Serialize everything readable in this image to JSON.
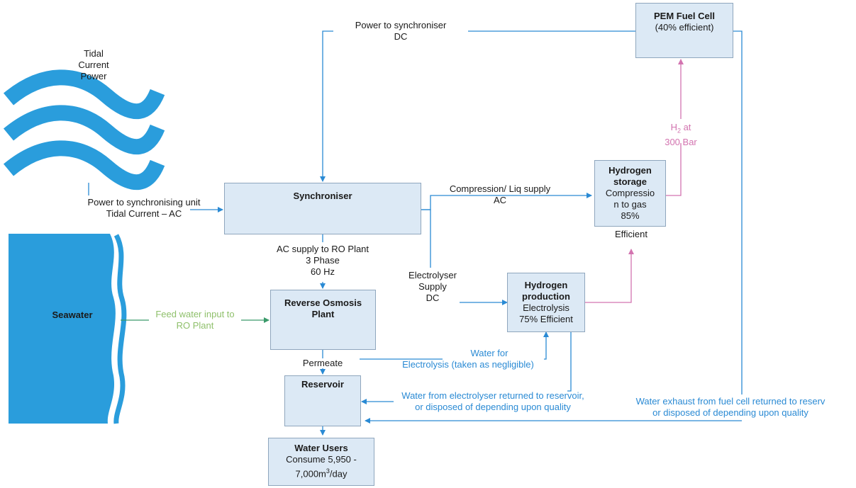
{
  "tidal": {
    "label_line1": "Tidal",
    "label_line2": "Current",
    "label_line3": "Power"
  },
  "seawater": {
    "label": "Seawater"
  },
  "boxes": {
    "pem": {
      "title": "PEM Fuel Cell",
      "line1": "(40% efficient)"
    },
    "synchroniser": {
      "title": "Synchroniser"
    },
    "hydrogen_storage": {
      "title_line1": "Hydrogen",
      "title_line2": "storage",
      "line1": "Compressio",
      "line2": "n to gas",
      "line3": "85%",
      "line4": "Efficient"
    },
    "hydrogen_production": {
      "title_line1": "Hydrogen",
      "title_line2": "production",
      "line1": "Electrolysis",
      "line2": "75% Efficient"
    },
    "reverse_osmosis": {
      "title_line1": "Reverse Osmosis",
      "title_line2": "Plant"
    },
    "reservoir": {
      "title": "Reservoir"
    },
    "water_users": {
      "title": "Water Users",
      "line1": "Consume 5,950 -",
      "line2_pre": "7,000m",
      "line2_sup": "3",
      "line2_post": "/day"
    }
  },
  "labels": {
    "power_to_sync_dc": {
      "line1": "Power to synchroniser",
      "line2": "DC"
    },
    "power_to_sync_unit": {
      "line1": "Power to synchronising unit",
      "line2": "Tidal Current – AC"
    },
    "compression_supply": {
      "line1": "Compression/ Liq supply",
      "line2": "AC"
    },
    "h2_at": {
      "pre": "H",
      "sub": "2",
      "post": " at",
      "line2": "300 Bar"
    },
    "ac_supply_ro": {
      "line1": "AC supply to RO Plant",
      "line2": "3 Phase",
      "line3": "60 Hz"
    },
    "electrolyser_supply": {
      "line1": "Electrolyser",
      "line2": "Supply",
      "line3": "DC"
    },
    "feed_water": {
      "line1": "Feed water input to",
      "line2": "RO Plant"
    },
    "permeate": {
      "text": "Permeate"
    },
    "water_for_electrolysis": {
      "line1": "Water for",
      "line2": "Electrolysis (taken as negligible)"
    },
    "water_from_electrolyser": {
      "line1": "Water from electrolyser returned to reservoir,",
      "line2": "or disposed of depending upon quality"
    },
    "water_exhaust": {
      "line1": "Water exhaust from fuel cell returned to reserv",
      "line2": "or disposed of depending upon quality"
    }
  },
  "colors": {
    "box_fill": "#dce9f5",
    "box_border": "#8fa6bd",
    "flow_blue": "#2a8ad4",
    "hydrogen_pink": "#d374b0",
    "feed_green": "#8fc06b",
    "seawater": "#2a9ddc"
  }
}
